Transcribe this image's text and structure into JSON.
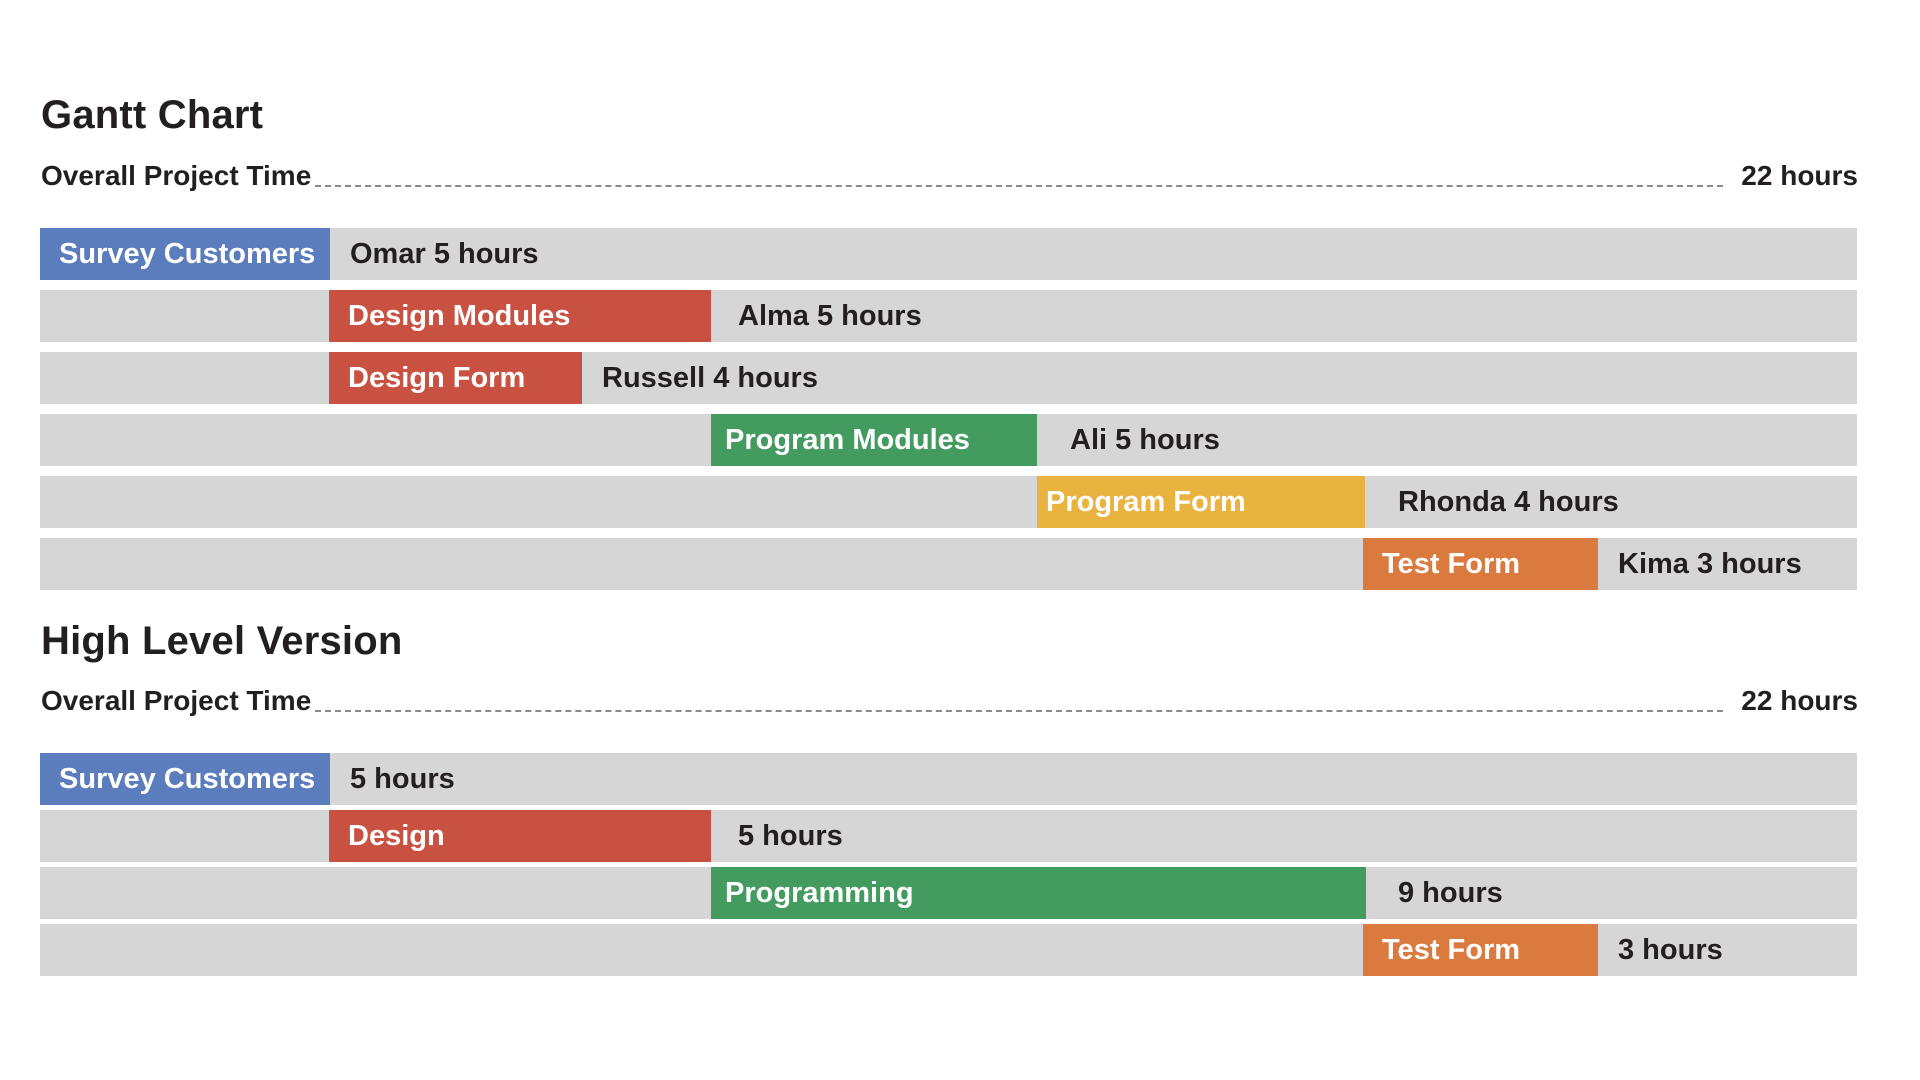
{
  "colors": {
    "survey": "#5b7dbd",
    "design": "#c95142",
    "program_green": "#449b5f",
    "program_yellow": "#e8b33f",
    "test": "#db7a3e",
    "track": "#d6d6d6",
    "text": "#231f20"
  },
  "gantt": {
    "title": "Gantt Chart",
    "overall_label": "Overall Project Time",
    "overall_value": "22 hours",
    "tasks": [
      {
        "label": "Survey Customers",
        "note": "Omar 5 hours"
      },
      {
        "label": "Design Modules",
        "note": "Alma 5 hours"
      },
      {
        "label": "Design Form",
        "note": "Russell 4 hours"
      },
      {
        "label": "Program Modules",
        "note": "Ali 5 hours"
      },
      {
        "label": "Program Form",
        "note": "Rhonda 4 hours"
      },
      {
        "label": "Test Form",
        "note": "Kima 3 hours"
      }
    ]
  },
  "high_level": {
    "title": "High Level Version",
    "overall_label": "Overall Project Time",
    "overall_value": "22 hours",
    "tasks": [
      {
        "label": "Survey Customers",
        "note": "5 hours"
      },
      {
        "label": "Design",
        "note": "5 hours"
      },
      {
        "label": "Programming",
        "note": "9 hours"
      },
      {
        "label": "Test Form",
        "note": "3 hours"
      }
    ]
  },
  "chart_data": [
    {
      "type": "bar",
      "subtype": "gantt",
      "title": "Gantt Chart",
      "total_label": "Overall Project Time",
      "total_hours": 22,
      "xlabel": "",
      "ylabel": "",
      "tasks": [
        {
          "name": "Survey Customers",
          "owner": "Omar",
          "hours": 5,
          "start": 0,
          "color": "#5b7dbd"
        },
        {
          "name": "Design Modules",
          "owner": "Alma",
          "hours": 5,
          "start": 5,
          "color": "#c95142"
        },
        {
          "name": "Design Form",
          "owner": "Russell",
          "hours": 4,
          "start": 5,
          "color": "#c95142"
        },
        {
          "name": "Program Modules",
          "owner": "Ali",
          "hours": 5,
          "start": 10,
          "color": "#449b5f"
        },
        {
          "name": "Program Form",
          "owner": "Rhonda",
          "hours": 4,
          "start": 15,
          "color": "#e8b33f"
        },
        {
          "name": "Test Form",
          "owner": "Kima",
          "hours": 3,
          "start": 19,
          "color": "#db7a3e"
        }
      ],
      "categories": [
        "Survey Customers",
        "Design Modules",
        "Design Form",
        "Program Modules",
        "Program Form",
        "Test Form"
      ],
      "values": [
        5,
        5,
        4,
        5,
        4,
        3
      ]
    },
    {
      "type": "bar",
      "subtype": "gantt",
      "title": "High Level Version",
      "total_label": "Overall Project Time",
      "total_hours": 22,
      "xlabel": "",
      "ylabel": "",
      "tasks": [
        {
          "name": "Survey Customers",
          "hours": 5,
          "start": 0,
          "color": "#5b7dbd"
        },
        {
          "name": "Design",
          "hours": 5,
          "start": 5,
          "color": "#c95142"
        },
        {
          "name": "Programming",
          "hours": 9,
          "start": 10,
          "color": "#449b5f"
        },
        {
          "name": "Test Form",
          "hours": 3,
          "start": 19,
          "color": "#db7a3e"
        }
      ],
      "categories": [
        "Survey Customers",
        "Design",
        "Programming",
        "Test Form"
      ],
      "values": [
        5,
        5,
        9,
        3
      ]
    }
  ]
}
